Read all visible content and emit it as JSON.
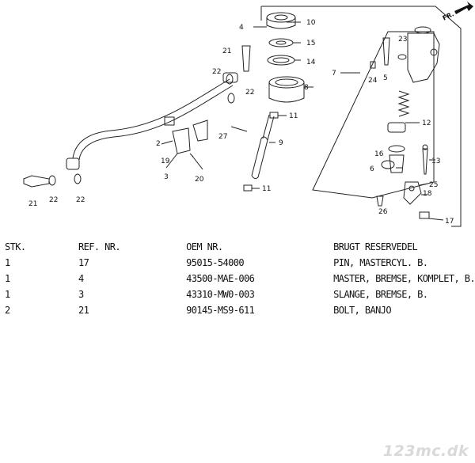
{
  "diagram": {
    "direction_label": "FR.",
    "callouts": [
      "2",
      "3",
      "4",
      "5",
      "6",
      "7",
      "8",
      "9",
      "10",
      "11",
      "11",
      "12",
      "13",
      "14",
      "15",
      "16",
      "17",
      "18",
      "19",
      "20",
      "21",
      "21",
      "22",
      "22",
      "22",
      "22",
      "23",
      "24",
      "25",
      "26",
      "27"
    ]
  },
  "table": {
    "headers": [
      "STK.",
      "REF. NR.",
      "OEM NR.",
      "BRUGT RESERVEDEL"
    ],
    "rows": [
      [
        "1",
        "17",
        "95015-54000",
        "PIN, MASTERCYL. B."
      ],
      [
        "1",
        "4",
        "43500-MAE-006",
        "MASTER, BREMSE, KOMPLET, B."
      ],
      [
        "1",
        "3",
        "43310-MW0-003",
        "SLANGE, BREMSE, B."
      ],
      [
        "2",
        "21",
        "90145-MS9-611",
        "BOLT, BANJO"
      ]
    ]
  },
  "watermark": "123mc.dk"
}
